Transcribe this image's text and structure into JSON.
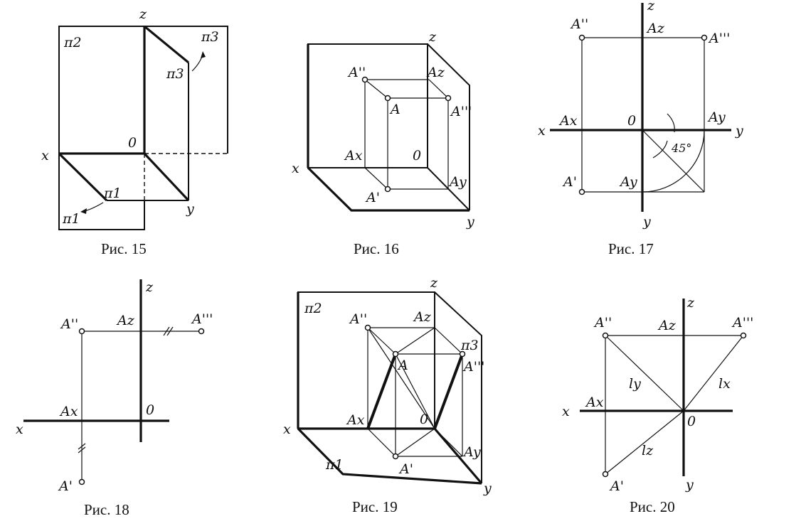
{
  "captions": [
    "Рис. 15",
    "Рис. 16",
    "Рис. 17",
    "Рис. 18",
    "Рис. 19",
    "Рис. 20"
  ],
  "fig15": {
    "z": "z",
    "x": "x",
    "y": "y",
    "o": "0",
    "pi2": "π2",
    "pi3": "π3",
    "pi3_inner": "π3",
    "pi1": "π1",
    "pi1_inner": "π1"
  },
  "fig16": {
    "z": "z",
    "x": "x",
    "y": "y",
    "o": "0",
    "A2": "A''",
    "Az": "Az",
    "A": "A",
    "A3": "A'''",
    "Ax": "Ax",
    "A1": "A'",
    "Ay": "Ay"
  },
  "fig17": {
    "z": "z",
    "x": "x",
    "y1": "y",
    "y2": "y",
    "o": "0",
    "A2": "A''",
    "Az": "Az",
    "A3": "A'''",
    "Ax": "Ax",
    "Ay1": "Ay",
    "Ay2": "Ay",
    "A1": "A'",
    "angle": "45°"
  },
  "fig18": {
    "z": "z",
    "x": "x",
    "o": "0",
    "A2": "A''",
    "Az": "Az",
    "A3": "A'''",
    "Ax": "Ax",
    "A1": "A'"
  },
  "fig19": {
    "z": "z",
    "x": "x",
    "y": "y",
    "o": "0",
    "pi2": "π2",
    "pi3": "π3",
    "pi1": "π1",
    "A2": "A''",
    "Az": "Az",
    "A": "A",
    "A3": "A'''",
    "Ax": "Ax",
    "A1": "A'",
    "Ay": "Ay"
  },
  "fig20": {
    "z": "z",
    "x": "x",
    "y": "y",
    "o": "0",
    "A2": "A''",
    "Az": "Az",
    "A3": "A'''",
    "Ax": "Ax",
    "A1": "A'",
    "ly": "ly",
    "lx": "lx",
    "lz": "lz"
  }
}
